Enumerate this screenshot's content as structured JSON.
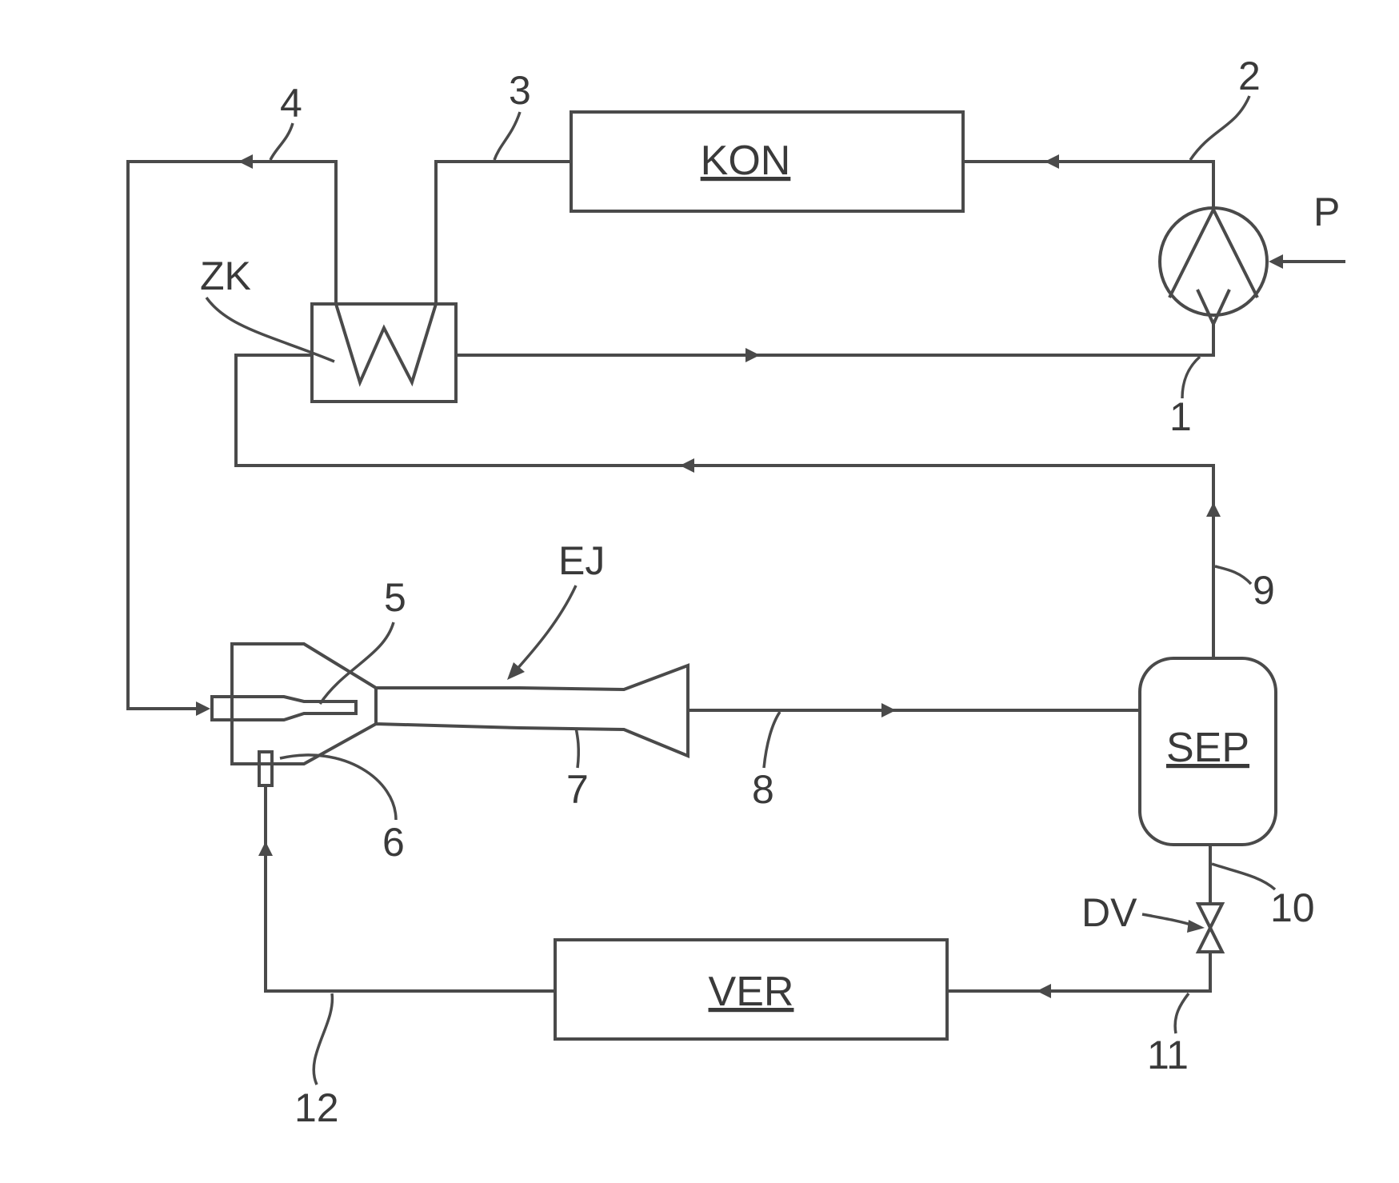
{
  "components": {
    "kon": "KON",
    "ver": "VER",
    "sep": "SEP",
    "zk": "ZK",
    "ej": "EJ",
    "dv": "DV",
    "p": "P"
  },
  "line_labels": {
    "l1": "1",
    "l2": "2",
    "l3": "3",
    "l4": "4",
    "l5": "5",
    "l6": "6",
    "l7": "7",
    "l8": "8",
    "l9": "9",
    "l10": "10",
    "l11": "11",
    "l12": "12"
  }
}
